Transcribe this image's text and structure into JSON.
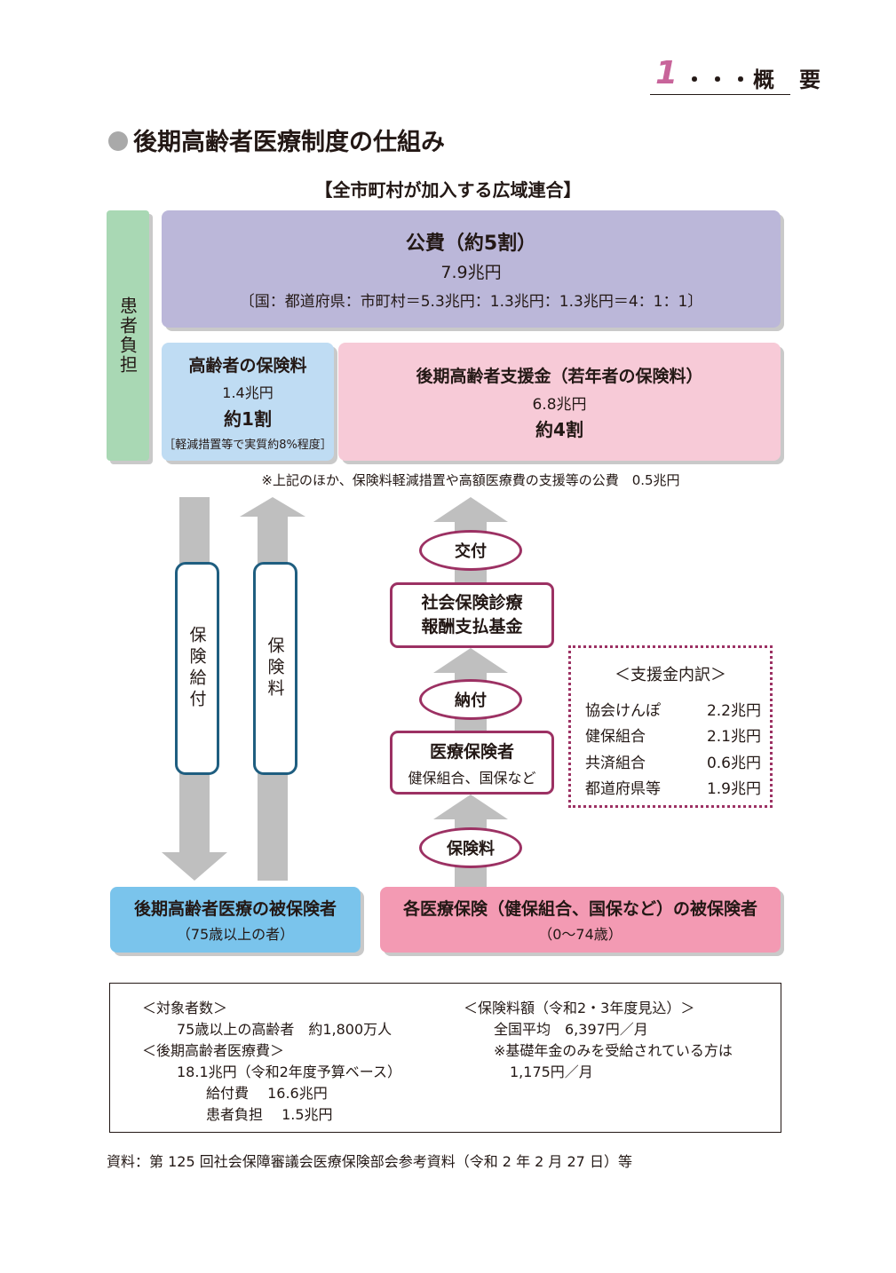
{
  "header": {
    "chapter_number": "1",
    "chapter_title": "・・・概　要"
  },
  "title": "後期高齢者医療制度の仕組み",
  "subtitle": "【全市町村が加入する広域連合】",
  "patient_burden": "患者負担",
  "public_funds": {
    "label": "公費（約5割）",
    "amount": "7.9兆円",
    "ratio": "〔国：都道府県：市町村＝5.3兆円：1.3兆円：1.3兆円＝4：1：1〕"
  },
  "elder_premium": {
    "label": "高齢者の保険料",
    "amount": "1.4兆円",
    "share": "約1割",
    "note": "［軽減措置等で実質約8%程度］"
  },
  "support_fund": {
    "label": "後期高齢者支援金（若年者の保険料）",
    "amount": "6.8兆円",
    "share": "約4割"
  },
  "note": "※上記のほか、保険料軽減措置や高額医療費の支援等の公費　0.5兆円",
  "flows": {
    "benefit": "保険給付",
    "premium_left": "保険料",
    "grant": "交付",
    "payment": "納付",
    "premium_right": "保険料"
  },
  "fund_org": {
    "line1": "社会保険診療",
    "line2": "報酬支払基金"
  },
  "insurer": {
    "label": "医療保険者",
    "sub": "健保組合、国保など"
  },
  "breakdown": {
    "title": "＜支援金内訳＞",
    "items": [
      {
        "name": "協会けんぽ",
        "value": "2.2兆円"
      },
      {
        "name": "健保組合",
        "value": "2.1兆円"
      },
      {
        "name": "共済組合",
        "value": "0.6兆円"
      },
      {
        "name": "都道府県等",
        "value": "1.9兆円"
      }
    ]
  },
  "insured_elder": {
    "label": "後期高齢者医療の被保険者",
    "sub": "（75歳以上の者）"
  },
  "insured_other": {
    "label": "各医療保険（健保組合、国保など）の被保険者",
    "sub": "（0～74歳）"
  },
  "stats": {
    "target_heading": "＜対象者数＞",
    "target_value": "75歳以上の高齢者　約1,800万人",
    "cost_heading": "＜後期高齢者医療費＞",
    "cost_value": "18.1兆円（令和2年度予算ベース）",
    "benefit_cost": "給付費　 16.6兆円",
    "patient_cost": "患者負担　 1.5兆円",
    "premium_heading": "＜保険料額（令和2・3年度見込）＞",
    "premium_avg": "全国平均　6,397円／月",
    "premium_note": "※基礎年金のみを受給されている方は",
    "premium_low": "1,175円／月"
  },
  "source": "資料：第 125 回社会保障審議会医療保険部会参考資料（令和 2 年 2 月 27 日）等",
  "colors": {
    "public": "#bbb7d9",
    "elder": "#bfdcf3",
    "support": "#f7cad7",
    "patient": "#a9d8b4",
    "insured_elder": "#7ac4ec",
    "insured_other": "#f39ab3",
    "accent": "#9c3163",
    "pill": "#1f5e80",
    "arrow": "#bfbfbf"
  }
}
